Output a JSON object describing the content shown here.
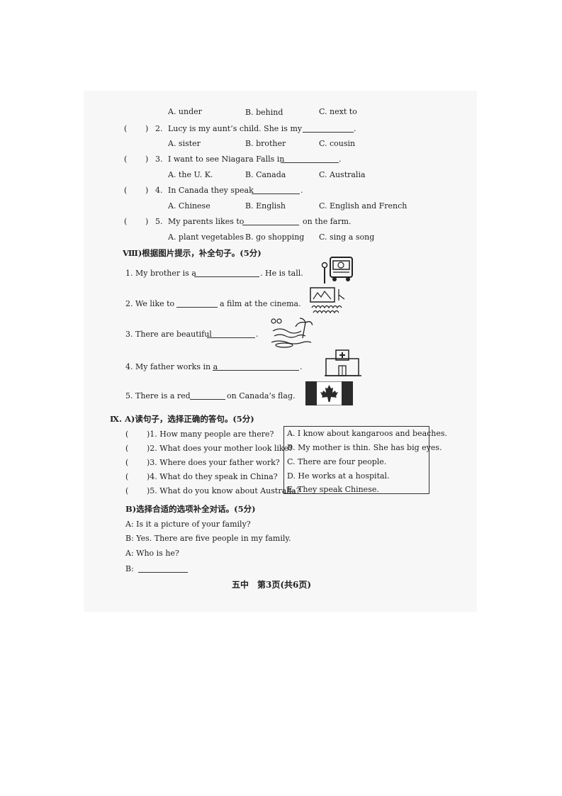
{
  "q_mc": {
    "opts_q1": [
      "A. under",
      "B. behind",
      "C. next to"
    ],
    "items": [
      {
        "paren": "(",
        "paren_close": ")",
        "num": "2.",
        "stem": "Lucy is my aunt’s child. She is my",
        "end": ".",
        "opts": [
          "A. sister",
          "B. brother",
          "C. cousin"
        ]
      },
      {
        "paren": "(",
        "paren_close": ")",
        "num": "3.",
        "stem": "I want to see Niagara Falls in",
        "end": ".",
        "opts": [
          "A. the U. K.",
          "B. Canada",
          "C. Australia"
        ]
      },
      {
        "paren": "(",
        "paren_close": ")",
        "num": "4.",
        "stem": "In Canada they speak",
        "end": ".",
        "opts": [
          "A. Chinese",
          "B. English",
          "C. English and French"
        ]
      },
      {
        "paren": "(",
        "paren_close": ")",
        "num": "5.",
        "stem": "My parents likes to",
        "end": "on the farm.",
        "opts": [
          "A. plant vegetables",
          "B. go shopping",
          "C. sing a song"
        ]
      }
    ]
  },
  "section_8": {
    "title": "Ⅷ)根据图片提示，补全句子。(5分)",
    "items": [
      {
        "pre": "1. My brother is a",
        "post": ". He is tall.",
        "icon": "bus-driver-icon"
      },
      {
        "pre": "2. We like to",
        "post": "a film at the cinema.",
        "icon": "cinema-icon"
      },
      {
        "pre": "3. There are beautiful",
        "post": ".",
        "icon": "beach-icon"
      },
      {
        "pre": "4. My father works in a",
        "post": ".",
        "icon": "hospital-icon"
      },
      {
        "pre": "5. There is a red",
        "post": "on Canada’s flag.",
        "icon": "canada-flag-icon"
      }
    ]
  },
  "section_9": {
    "title": "Ⅸ. A)读句子，选择正确的答句。(5分)",
    "questions": [
      {
        "paren": "(",
        "text": ")1. How many people are there?"
      },
      {
        "paren": "(",
        "text": ")2. What does your mother look like?"
      },
      {
        "paren": "(",
        "text": ")3. Where does your father work?"
      },
      {
        "paren": "(",
        "text": ")4. What do they speak in China?"
      },
      {
        "paren": "(",
        "text": ")5. What do you know about Australia?"
      }
    ],
    "answers": [
      "A. I know about kangaroos and beaches.",
      "B. My mother is thin. She has big eyes.",
      "C. There are four people.",
      "D. He works at a hospital.",
      "E. They speak Chinese."
    ],
    "b_title": "B)选择合适的选项补全对话。(5分)",
    "dialog": [
      "A: Is it a picture of your family?",
      "B: Yes. There are five people in my family.",
      "A: Who is he?",
      "B:"
    ]
  },
  "footer": "五中　第3页(共6页)"
}
